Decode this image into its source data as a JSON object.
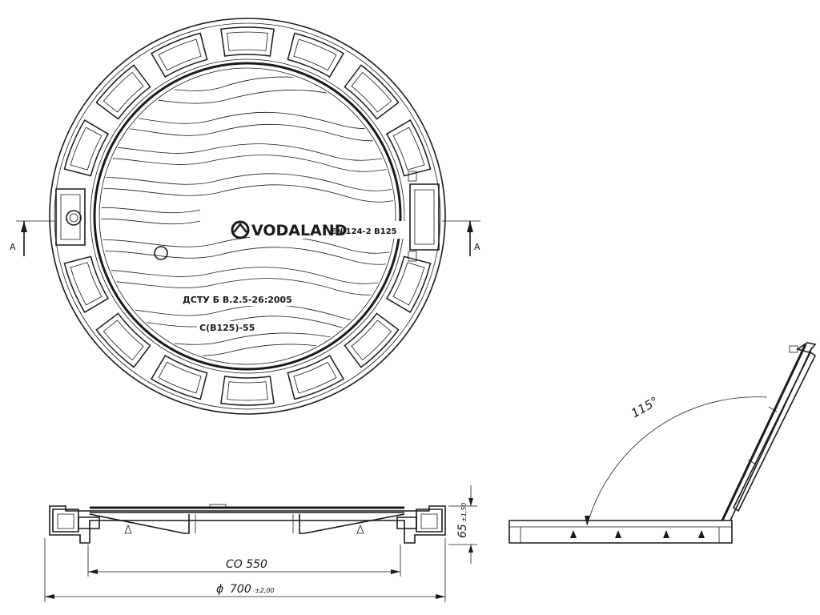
{
  "cover": {
    "brand": "VODALAND",
    "standard": "EN 124-2 B125",
    "dstu": "ДСТУ Б В.2.5-26:2005",
    "class_mark": "C(B125)-55"
  },
  "section": {
    "label_left": "A",
    "label_right": "A"
  },
  "dimensions": {
    "clear_opening": "CO 550",
    "diameter_symbol": "ϕ",
    "diameter_value": "700",
    "diameter_tol": "±2,00",
    "height_value": "65",
    "height_tol": "±1,50"
  },
  "side_view": {
    "angle": "115°"
  },
  "colors": {
    "line": "#1a1a1a",
    "background": "#ffffff"
  }
}
